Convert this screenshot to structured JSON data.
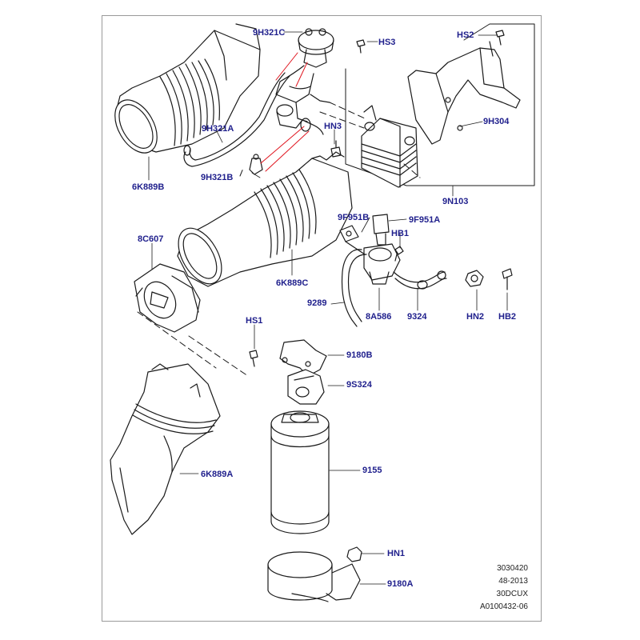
{
  "callouts": {
    "c_9H321C": "9H321C",
    "c_HS3": "HS3",
    "c_HS2": "HS2",
    "c_9H321A": "9H321A",
    "c_HN3": "HN3",
    "c_9H304": "9H304",
    "c_6K889B": "6K889B",
    "c_9H321B": "9H321B",
    "c_9N103": "9N103",
    "c_9F951B": "9F951B",
    "c_9F951A": "9F951A",
    "c_HB1": "HB1",
    "c_8C607": "8C607",
    "c_6K889C": "6K889C",
    "c_9289": "9289",
    "c_8A586": "8A586",
    "c_9324": "9324",
    "c_HN2": "HN2",
    "c_HB2": "HB2",
    "c_HS1": "HS1",
    "c_9180B": "9180B",
    "c_9S324": "9S324",
    "c_9155": "9155",
    "c_6K889A": "6K889A",
    "c_HN1": "HN1",
    "c_9180A": "9180A"
  },
  "footer": {
    "line1": "3030420",
    "line2": "48-2013",
    "line3": "30DCUX",
    "line4": "A0100432-06"
  },
  "colors": {
    "callout_text": "#1f1f8c",
    "leader_red": "#e0141e",
    "line_art": "#1a1a1a"
  }
}
